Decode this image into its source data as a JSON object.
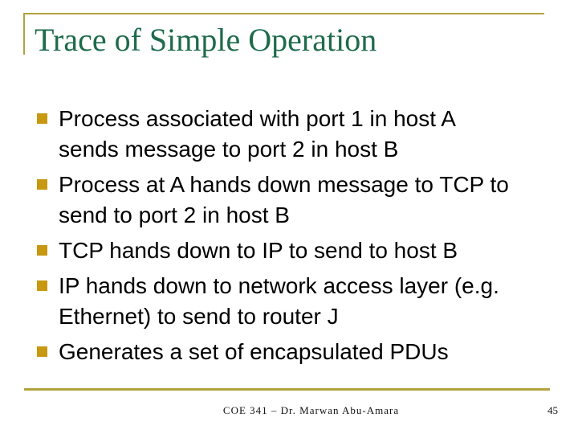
{
  "slide": {
    "title": "Trace of Simple Operation",
    "bullets": [
      "Process associated with port 1 in host A\nsends message to port 2 in host B",
      "Process at A hands down message to TCP to\nsend to port 2 in host B",
      "TCP hands down to IP to send to host B",
      "IP hands down to network access layer (e.g.\nEthernet) to send to router J",
      "Generates a set of encapsulated PDUs"
    ],
    "footer": {
      "course": "COE 341 – Dr. Marwan Abu-Amara",
      "page_number": "45"
    }
  },
  "icons": {
    "bullet_marker": "square-bullet-icon"
  },
  "colors": {
    "title_green": "#1E6B4C",
    "accent_gold_line": "#B2A33F",
    "bullet_gold": "#C79810",
    "body_text": "#000000"
  }
}
